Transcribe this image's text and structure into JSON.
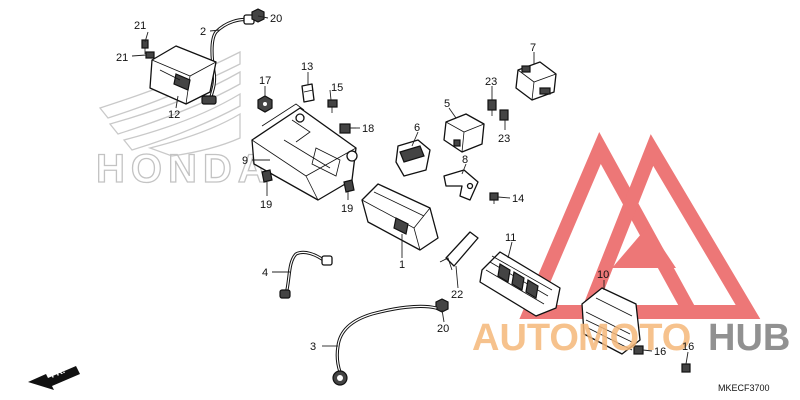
{
  "brand_logo": {
    "text": "HONDA"
  },
  "watermark": {
    "text_a": "AUTO",
    "text_b": "MOTO",
    "text_c": "HUB",
    "accent": "#e84a4a",
    "accent_text": "#f5b87a"
  },
  "diagram_code": "MKECF3700",
  "front_indicator": "FR.",
  "callouts": [
    {
      "id": "c21a",
      "label": "21"
    },
    {
      "id": "c21b",
      "label": "21"
    },
    {
      "id": "c2",
      "label": "2"
    },
    {
      "id": "c20a",
      "label": "20"
    },
    {
      "id": "c12",
      "label": "12"
    },
    {
      "id": "c17",
      "label": "17"
    },
    {
      "id": "c13",
      "label": "13"
    },
    {
      "id": "c15",
      "label": "15"
    },
    {
      "id": "c18",
      "label": "18"
    },
    {
      "id": "c9",
      "label": "9"
    },
    {
      "id": "c19a",
      "label": "19"
    },
    {
      "id": "c19b",
      "label": "19"
    },
    {
      "id": "c7",
      "label": "7"
    },
    {
      "id": "c23a",
      "label": "23"
    },
    {
      "id": "c23b",
      "label": "23"
    },
    {
      "id": "c5",
      "label": "5"
    },
    {
      "id": "c6",
      "label": "6"
    },
    {
      "id": "c8",
      "label": "8"
    },
    {
      "id": "c14",
      "label": "14"
    },
    {
      "id": "c1",
      "label": "1"
    },
    {
      "id": "c11",
      "label": "11"
    },
    {
      "id": "c4",
      "label": "4"
    },
    {
      "id": "c22",
      "label": "22"
    },
    {
      "id": "c10",
      "label": "10"
    },
    {
      "id": "c20b",
      "label": "20"
    },
    {
      "id": "c3",
      "label": "3"
    },
    {
      "id": "c16a",
      "label": "16"
    },
    {
      "id": "c16b",
      "label": "16"
    }
  ]
}
